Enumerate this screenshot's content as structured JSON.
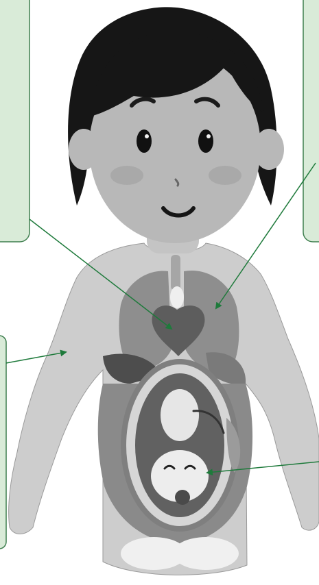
{
  "colors": {
    "callout_fill": "#d9ebd8",
    "callout_border": "#3f7f4f",
    "leader_line": "#1e7a3b",
    "hair": "#161616",
    "skin": "#b8b8b8",
    "body": "#cdcdcd",
    "organ_dark": "#6f6f6f",
    "organ_mid": "#8f8f8f",
    "womb": "#d8d8d8",
    "baby": "#e9e9e9"
  },
  "callouts": [
    {
      "id": "top-left",
      "text": "",
      "points_to": "heart"
    },
    {
      "id": "top-right",
      "text": "",
      "points_to": "lung"
    },
    {
      "id": "bottom-left",
      "text": "",
      "points_to": "arm"
    },
    {
      "id": "bottom-right",
      "text": "",
      "points_to": "baby"
    }
  ]
}
